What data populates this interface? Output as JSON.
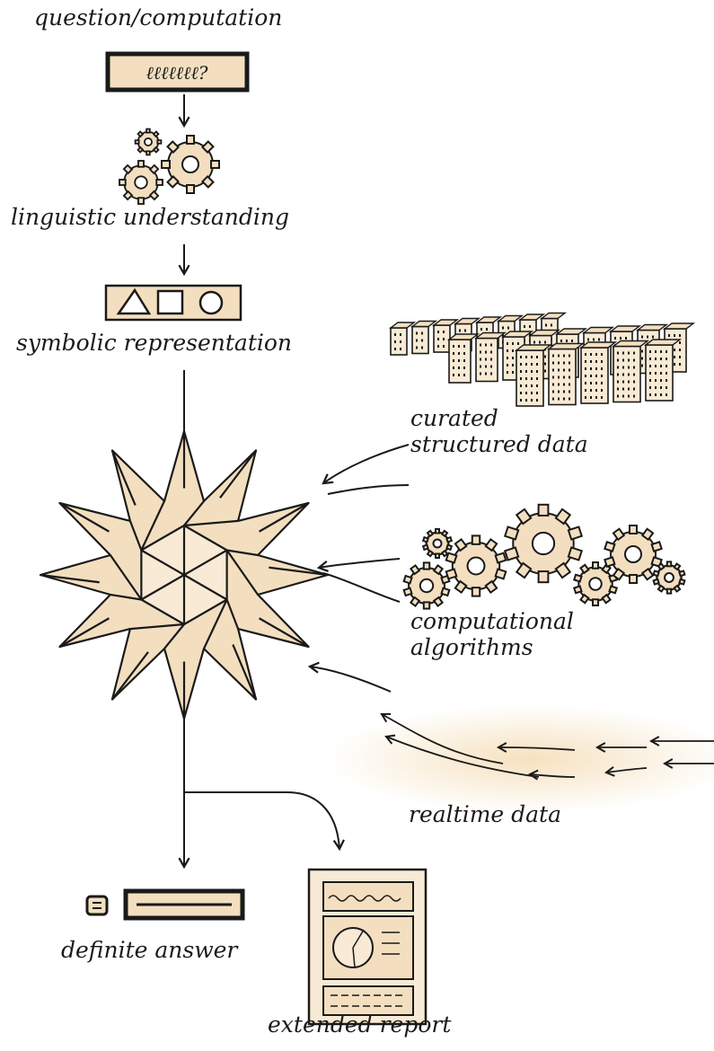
{
  "labels": {
    "question": "question/computation",
    "question_box_text": "ℓℓℓℓℓℓℓ?",
    "linguistic": "linguistic understanding",
    "symbolic": "symbolic representation",
    "curated_line1": "curated",
    "curated_line2": "structured data",
    "computational_line1": "computational",
    "computational_line2": "algorithms",
    "realtime": "realtime data",
    "definite": "definite answer",
    "extended": "extended report"
  },
  "colors": {
    "ink": "#1a1a1a",
    "paper": "#f3dfbf",
    "paper_light": "#f8ead4",
    "glow": "#f5deb8"
  },
  "icons": [
    "gear-icon",
    "triangle-icon",
    "square-icon",
    "circle-icon",
    "building-icon",
    "star-polyhedron-icon",
    "report-icon",
    "answer-bar-icon"
  ]
}
